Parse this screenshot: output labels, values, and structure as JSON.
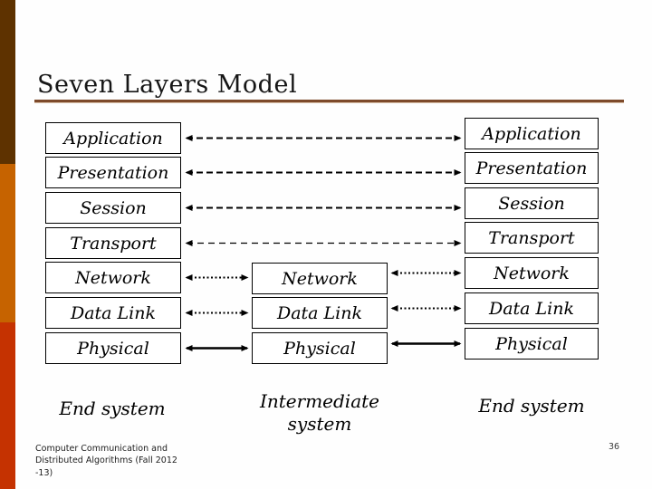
{
  "slide": {
    "title": "Seven Layers Model",
    "page_number": "36",
    "footer": "Computer Communication and\n Distributed Algorithms (Fall 2012\n -13)"
  },
  "colors": {
    "sidebar_top_band": "#5e3200",
    "sidebar_middle_band": "#c66300",
    "sidebar_bottom_band": "#c53201",
    "title_underline": "#7d4a2b",
    "box_border": "#000000",
    "box_fill": "#ffffff",
    "text": "#000000"
  },
  "diagram": {
    "columns": {
      "left": {
        "label": "End system",
        "layers": [
          "Application",
          "Presentation",
          "Session",
          "Transport",
          "Network",
          "Data Link",
          "Physical"
        ]
      },
      "middle": {
        "label": "Intermediate system",
        "layers": [
          "Network",
          "Data Link",
          "Physical"
        ]
      },
      "right": {
        "label": "End system",
        "layers": [
          "Application",
          "Presentation",
          "Session",
          "Transport",
          "Network",
          "Data Link",
          "Physical"
        ]
      }
    },
    "connections": [
      {
        "layer": "Application",
        "from": "left",
        "to": "right",
        "style": "dashed",
        "bidirectional": true
      },
      {
        "layer": "Presentation",
        "from": "left",
        "to": "right",
        "style": "dashed",
        "bidirectional": true
      },
      {
        "layer": "Session",
        "from": "left",
        "to": "right",
        "style": "dashed",
        "bidirectional": true
      },
      {
        "layer": "Transport",
        "from": "left",
        "to": "right",
        "style": "thin-dashed",
        "bidirectional": true
      },
      {
        "layer": "Network",
        "from": "left",
        "to": "middle",
        "style": "dotted",
        "bidirectional": true
      },
      {
        "layer": "Network",
        "from": "middle",
        "to": "right",
        "style": "dotted",
        "bidirectional": true
      },
      {
        "layer": "Data Link",
        "from": "left",
        "to": "middle",
        "style": "dotted",
        "bidirectional": true
      },
      {
        "layer": "Data Link",
        "from": "middle",
        "to": "right",
        "style": "dotted",
        "bidirectional": true
      },
      {
        "layer": "Physical",
        "from": "left",
        "to": "middle",
        "style": "solid",
        "bidirectional": true
      },
      {
        "layer": "Physical",
        "from": "middle",
        "to": "right",
        "style": "solid",
        "bidirectional": true
      }
    ]
  }
}
